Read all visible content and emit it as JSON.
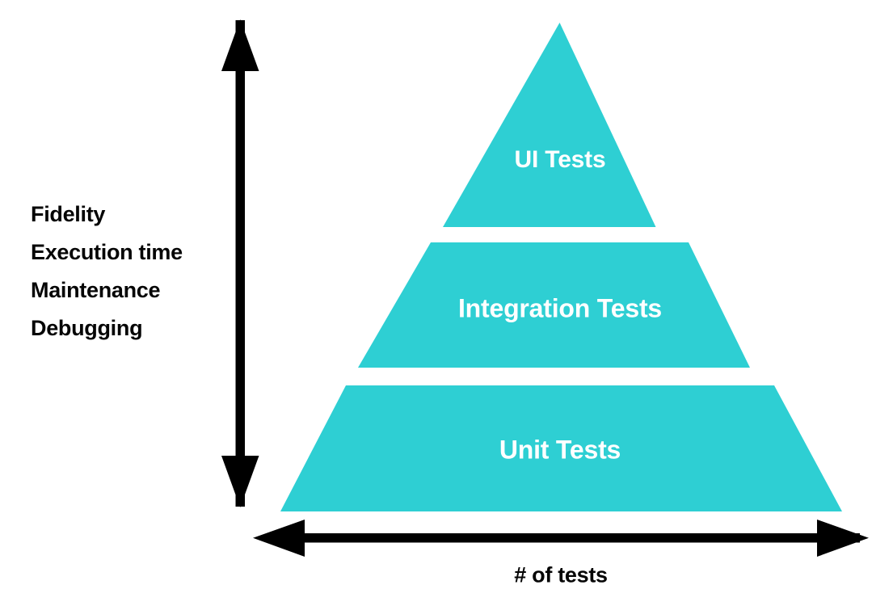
{
  "diagram": {
    "type": "test-pyramid",
    "background_color": "#ffffff",
    "layer_color": "#2ecfd3",
    "layer_text_color": "#ffffff",
    "axis_color": "#000000",
    "label_color": "#050505"
  },
  "y_axis": {
    "orientation": "vertical",
    "arrow_style": "double-headed",
    "labels": [
      {
        "text": "Fidelity"
      },
      {
        "text": "Execution time"
      },
      {
        "text": "Maintenance"
      },
      {
        "text": "Debugging"
      }
    ]
  },
  "x_axis": {
    "orientation": "horizontal",
    "arrow_style": "double-headed",
    "title": "# of tests"
  },
  "pyramid": {
    "layers": [
      {
        "id": "ui",
        "label": "UI Tests",
        "level": 1,
        "position": "top"
      },
      {
        "id": "integration",
        "label": "Integration Tests",
        "level": 2,
        "position": "middle"
      },
      {
        "id": "unit",
        "label": "Unit Tests",
        "level": 3,
        "position": "bottom"
      }
    ]
  },
  "chart_data": {
    "type": "pyramid",
    "title": "",
    "xlabel": "# of tests",
    "ylabel": "Fidelity / Execution time / Maintenance / Debugging",
    "categories": [
      "UI Tests",
      "Integration Tests",
      "Unit Tests"
    ],
    "values": [
      1,
      2,
      3
    ],
    "notes": "Width of each pyramid layer encodes number of tests; vertical axis encodes fidelity, execution time, maintenance and debugging effort (increasing upward).",
    "legend": "none",
    "grid": false
  }
}
